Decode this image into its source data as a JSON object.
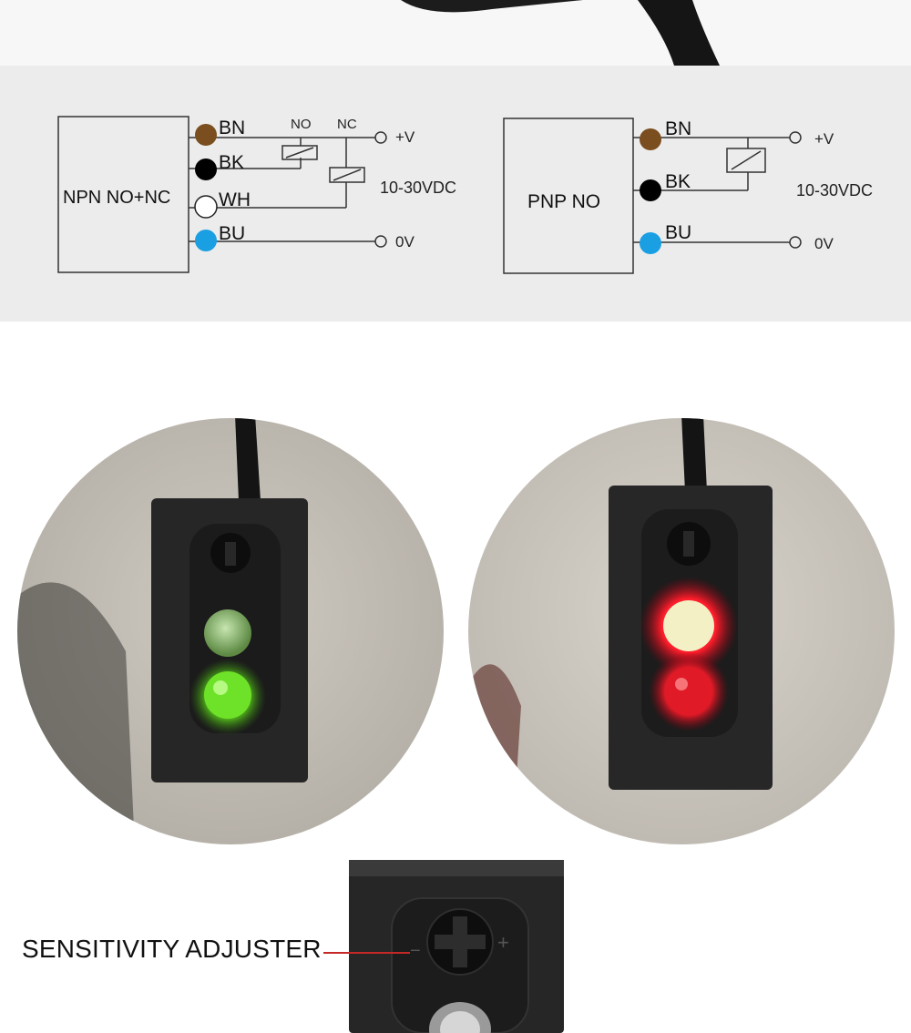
{
  "npn": {
    "title": "NPN NO+NC",
    "wire_bn": "BN",
    "wire_bk": "BK",
    "wire_wh": "WH",
    "wire_bu": "BU",
    "no_label": "NO",
    "nc_label": "NC",
    "plus_v": "+V",
    "zero_v": "0V",
    "voltage": "10-30VDC"
  },
  "pnp": {
    "title": "PNP NO",
    "wire_bn": "BN",
    "wire_bk": "BK",
    "wire_bu": "BU",
    "plus_v": "+V",
    "zero_v": "0V",
    "voltage": "10-30VDC"
  },
  "colors": {
    "brown": "#7a4e1f",
    "black": "#000000",
    "white": "#ffffff",
    "blue": "#1a9fe3",
    "panel": "#ececec",
    "callout_line": "#c62828"
  },
  "callout": {
    "label": "SENSITIVITY ADJUSTER"
  }
}
